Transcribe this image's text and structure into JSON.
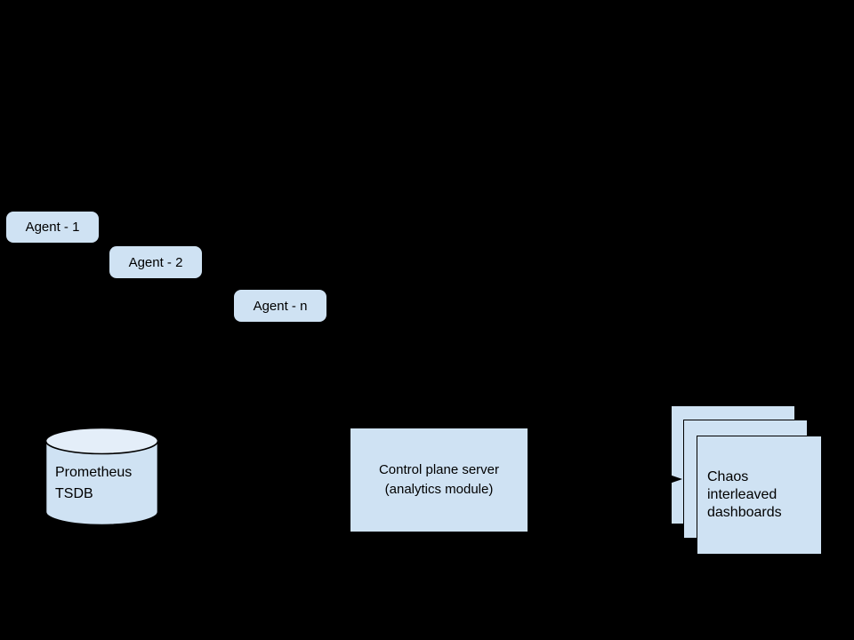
{
  "diagram": {
    "background": "#000000",
    "colors": {
      "node_fill": "#cfe2f3",
      "cylinder_top_fill": "#e4eef9",
      "outline": "#000000",
      "text": "#000000"
    },
    "agents": [
      {
        "label": "Agent - 1"
      },
      {
        "label": "Agent - 2"
      },
      {
        "label": "Agent - n"
      }
    ],
    "datastore": {
      "lines": [
        "Prometheus",
        "TSDB"
      ]
    },
    "control_plane": {
      "lines": [
        "Control plane server",
        "(analytics module)"
      ]
    },
    "dashboards": {
      "stack_count": 3,
      "lines": [
        "Chaos",
        "interleaved",
        "dashboards"
      ]
    },
    "connector": {
      "type": "arrow",
      "from": "control_plane",
      "to": "dashboards",
      "direction": "right"
    }
  }
}
